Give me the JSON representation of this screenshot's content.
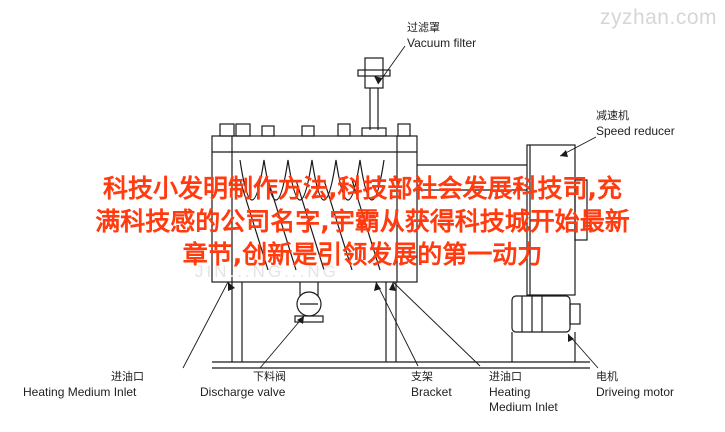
{
  "watermark": "zyzhan.com",
  "ghost_watermark": "JIN...NG...NG",
  "labels": {
    "vacuum_filter_zh": "过滤罩",
    "vacuum_filter_en": "Vacuum filter",
    "speed_reducer_zh": "减速机",
    "speed_reducer_en": "Speed reducer",
    "heating_inlet_left_zh": "进油口",
    "heating_inlet_left_en": "Heating Medium Inlet",
    "discharge_valve_zh": "下料阀",
    "discharge_valve_en": "Discharge valve",
    "bracket_zh": "支架",
    "bracket_en": "Bracket",
    "heating_inlet_right_zh": "进油口",
    "heating_inlet_right_en_1": "Heating",
    "heating_inlet_right_en_2": "Medium Inlet",
    "driving_motor_zh": "电机",
    "driving_motor_en": "Driveing motor"
  },
  "headline": {
    "line1": "科技小发明制作方法,科技部社会发展科技司,充",
    "line2": "满科技感的公司名字,宇霸从获得科技城开始最新",
    "line3": "章节,创新是引领发展的第一动力"
  },
  "colors": {
    "line": "#1a1a1a",
    "headline": "#ff3b0f",
    "watermark": "#d6d6d6"
  }
}
